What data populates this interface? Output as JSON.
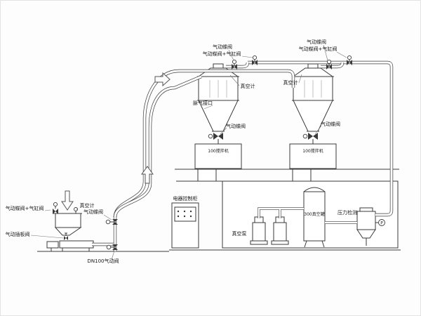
{
  "receivers": [
    {
      "valve_butterfly": "气动蝶阀",
      "valve_butterfly_cylinder": "气动蝶阀+气缸阀",
      "vacuum_gauge": "真空计",
      "pulse_port": "脉气接口",
      "discharge_valve": "气动蝶阀",
      "machine": "100搅拌机"
    },
    {
      "valve_butterfly": "气动蝶阀",
      "valve_butterfly_cylinder": "气动蝶阀+气缸阀",
      "vacuum_gauge": "真空计",
      "discharge_valve": "气动蝶阀",
      "machine": "100搅拌机"
    }
  ],
  "feeder": {
    "valve_butterfly_cylinder": "气动蝶阀+气缸阀",
    "vacuum_gauge": "真空计",
    "slide_valve": "气动插板阀",
    "line_valve": "气动蝶阀",
    "dn_valve": "DN100气动阀"
  },
  "control_cabinet": {
    "label": "电器控制柜"
  },
  "vacuum_station": {
    "pump_label": "真空泵",
    "tank_label": "300真空罐",
    "pressure_label": "压力检测",
    "gauge_letter": "P"
  }
}
